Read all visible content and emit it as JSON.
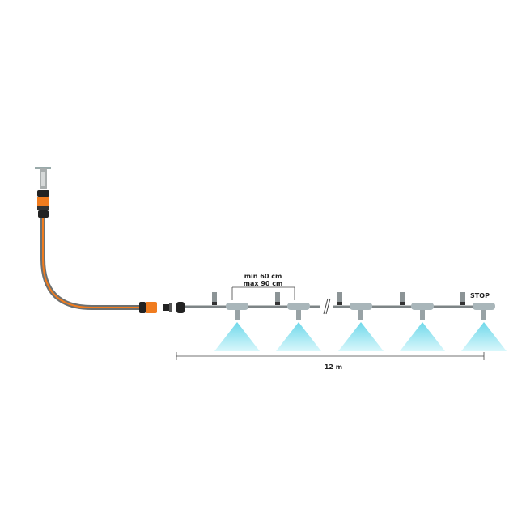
{
  "title": "Micro-mist spray system installation diagram",
  "labels": {
    "spacing_min": "min 60 cm",
    "spacing_max": "max 90 cm",
    "stop": "STOP",
    "total_length": "12 m"
  },
  "colors": {
    "hose_orange": "#f07c1f",
    "hose_grey": "#6d7070",
    "pipe": "#8a9193",
    "spray": "#7fe0ef"
  }
}
